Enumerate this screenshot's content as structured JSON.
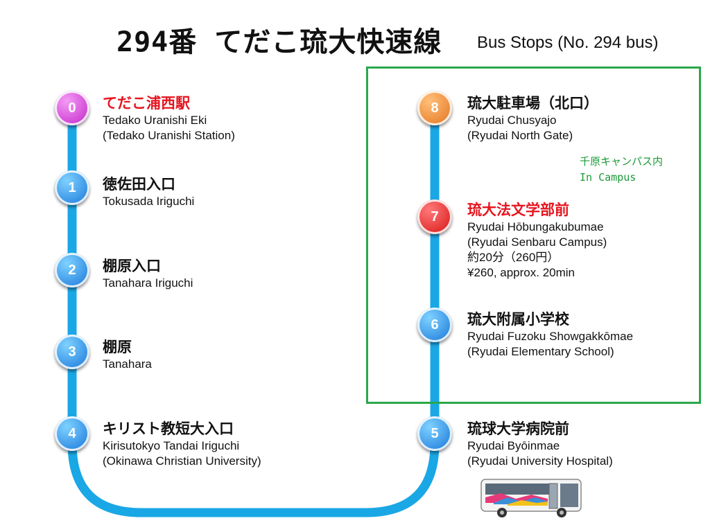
{
  "header": {
    "title_jp": "294番 てだこ琉大快速線",
    "title_en": "Bus Stops (No. 294 bus)"
  },
  "campus": {
    "label_jp": "千原キャンパス内",
    "label_en": "In Campus",
    "color": "#29a84a"
  },
  "route_color": "#1aa7e5",
  "stops": [
    {
      "number": "0",
      "jp": "てだこ浦西駅",
      "jp_red": true,
      "en1": "Tedako Uranishi Eki",
      "en2": "(Tedako Uranishi Station)",
      "color": "pink"
    },
    {
      "number": "1",
      "jp": "徳佐田入口",
      "en1": "Tokusada Iriguchi",
      "color": "blue"
    },
    {
      "number": "2",
      "jp": "棚原入口",
      "en1": "Tanahara Iriguchi",
      "color": "blue"
    },
    {
      "number": "3",
      "jp": "棚原",
      "en1": "Tanahara",
      "color": "blue"
    },
    {
      "number": "4",
      "jp": "キリスト教短大入口",
      "en1": "Kirisutokyo Tandai Iriguchi",
      "en2": "(Okinawa Christian University)",
      "color": "blue"
    },
    {
      "number": "5",
      "jp": "琉球大学病院前",
      "en1": "Ryudai Byōinmae",
      "en2": "(Ryudai University Hospital)",
      "color": "blue"
    },
    {
      "number": "6",
      "jp": "琉大附属小学校",
      "en1": "Ryudai Fuzoku Showgakkōmae",
      "en2": "(Ryudai Elementary School)",
      "color": "blue"
    },
    {
      "number": "7",
      "jp": "琉大法文学部前",
      "jp_red": true,
      "en1": "Ryudai Hōbungakubumae",
      "en2": "(Ryudai Senbaru Campus)",
      "en3": "約20分（260円）",
      "en4": "¥260, approx. 20min",
      "color": "red"
    },
    {
      "number": "8",
      "jp": "琉大駐車場（北口）",
      "en1": "Ryudai Chusyajo",
      "en2": "(Ryudai North Gate)",
      "color": "orange"
    }
  ]
}
